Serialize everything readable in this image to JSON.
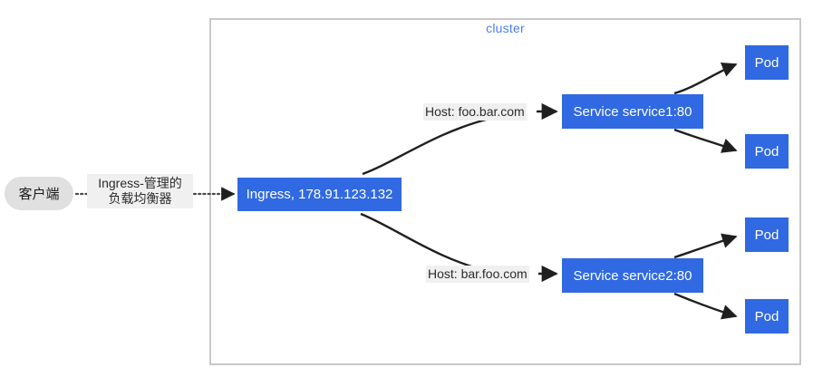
{
  "diagram": {
    "title_hidden": "Kubernetes Ingress fanout diagram",
    "cluster": {
      "label": "cluster"
    },
    "client": {
      "label": "客户端"
    },
    "load_balancer_label": {
      "line1": "Ingress-管理的",
      "line2": "负载均衡器"
    },
    "ingress": {
      "label": "Ingress, 178.91.123.132"
    },
    "routes": [
      {
        "host_label": "Host: foo.bar.com",
        "service_label": "Service service1:80",
        "pods": [
          {
            "label": "Pod"
          },
          {
            "label": "Pod"
          }
        ]
      },
      {
        "host_label": "Host: bar.foo.com",
        "service_label": "Service service2:80",
        "pods": [
          {
            "label": "Pod"
          },
          {
            "label": "Pod"
          }
        ]
      }
    ],
    "colors": {
      "node_blue": "#3069e1",
      "node_text": "#ffffff",
      "client_fill": "#e0e0e0",
      "cluster_border": "#c9c9c9",
      "cluster_label": "#4a7ef0",
      "label_fill": "#f0f0f0",
      "label_text": "#2b2b2b",
      "edge_stroke": "#1f1f1f"
    }
  }
}
